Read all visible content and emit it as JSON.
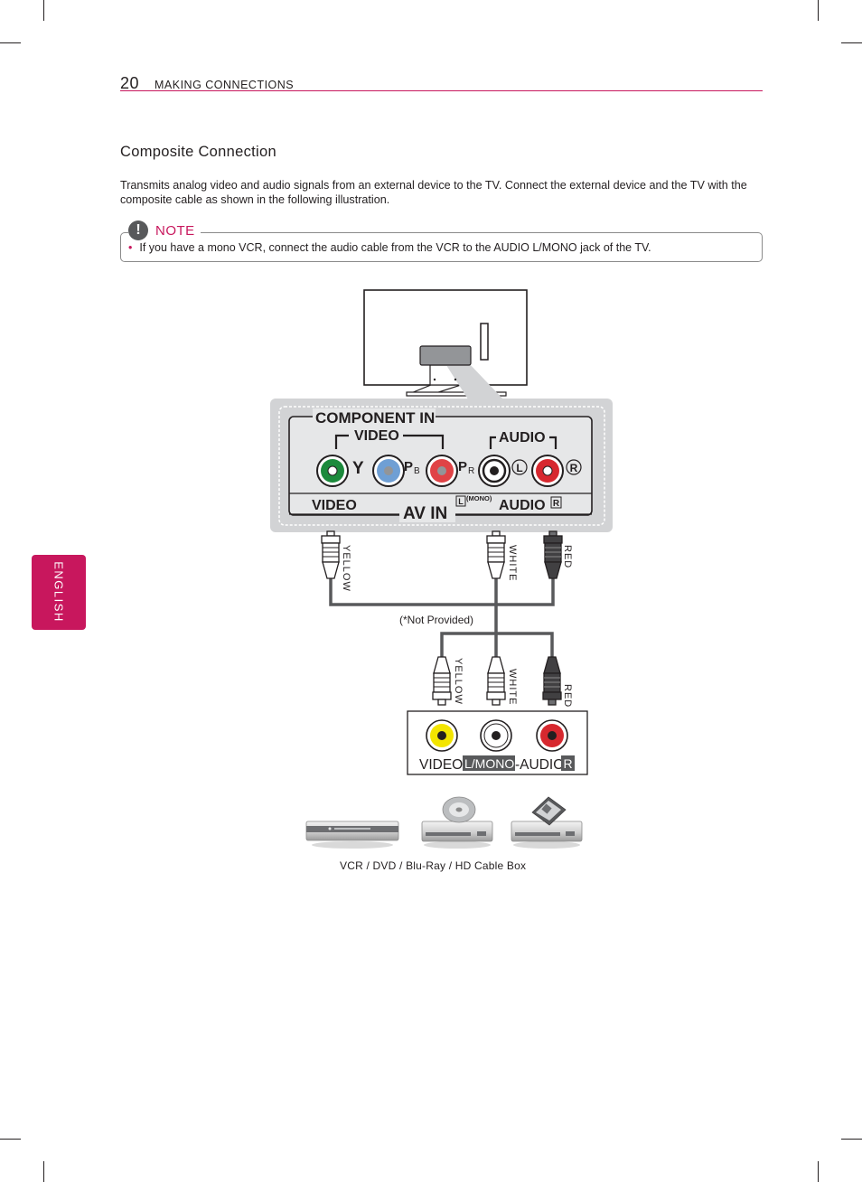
{
  "header": {
    "page_number": "20",
    "section": "MAKING CONNECTIONS"
  },
  "side_tab": "ENGLISH",
  "title": "Composite Connection",
  "intro": "Transmits analog video and audio signals from an external device to the TV. Connect the external device and the TV with the composite cable as shown in the following illustration.",
  "note": {
    "icon": "!",
    "label": "NOTE",
    "bullet": "•",
    "text": "If you have a mono VCR, connect the audio cable from the VCR to the AUDIO L/MONO jack of the TV."
  },
  "tv_panel": {
    "component_in": "COMPONENT IN",
    "video": "VIDEO",
    "audio": "AUDIO",
    "y": "Y",
    "pb": "P",
    "pb_sub": "B",
    "pr": "P",
    "pr_sub": "R",
    "l": "L",
    "r": "R",
    "av_in": "AV IN",
    "av_video": "VIDEO",
    "av_audio": "AUDIO",
    "l_box": "L",
    "mono": "(MONO)",
    "r_box": "R"
  },
  "cable_labels": {
    "yellow": "YELLOW",
    "white": "WHITE",
    "red": "RED",
    "not_provided": "(*Not Provided)"
  },
  "device_panel": {
    "video": "VIDEO",
    "l_mono": "L/MONO",
    "audio": "-AUDIO-",
    "r": "R"
  },
  "caption": "VCR / DVD / Blu-Ray / HD Cable Box",
  "colors": {
    "accent": "#c8175d",
    "jack_green": "#1c8a3c",
    "jack_blue": "#6f9fd4",
    "jack_red": "#d7282f",
    "jack_yellow": "#f3e500",
    "panel_grey": "#d2d3d5"
  }
}
